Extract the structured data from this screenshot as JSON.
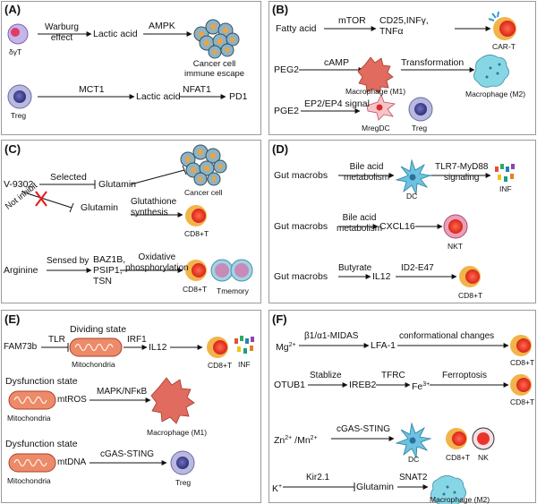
{
  "colors": {
    "cell_outer": "#f2b44a",
    "cell_inner": "#e8342b",
    "treg_outer": "#a9a9d8",
    "treg_inner": "#4a4a96",
    "macrophage_m1": "#e06b5e",
    "macrophage_m2": "#7fd3e3",
    "mitochondria": "#e8745b",
    "dc": "#5bb8d8",
    "cancer": "#7fa9b8"
  },
  "panels": {
    "A": {
      "label": "(A)",
      "gdt_cell": "δγT",
      "warburg": "Warburg\neffect",
      "lactic1": "Lactic acid",
      "ampk": "AMPK",
      "cancer_escape": "Cancer cell\nimmune escape",
      "mct1": "MCT1",
      "lactic2": "Lactic acid",
      "nfat1": "NFAT1",
      "pd1": "PD1",
      "treg": "Treg"
    },
    "B": {
      "label": "(B)",
      "fatty_acid": "Fatty acid",
      "mtor": "mTOR",
      "cytokines": "CD25,INFγ,\nTNFα",
      "cart": "CAR-T",
      "peg2": "PEG2",
      "camp": "cAMP",
      "macro_m1": "Macrophage (M1)",
      "transformation": "Transformation",
      "macro_m2": "Macrophage (M2)",
      "pge2": "PGE2",
      "ep_signal": "EP2/EP4 signal",
      "mregdc": "MregDC",
      "treg": "Treg"
    },
    "C": {
      "label": "(C)",
      "v9302": "V-9302",
      "selected": "Selected",
      "glutamin1": "Glutamin",
      "cancer_cell": "Cancer cell",
      "not_inhibit": "Not inhibit",
      "glutamin2": "Glutamin",
      "glutathione": "Glutathione\nsynthesis",
      "cd8_1": "CD8+T",
      "arginine": "Arginine",
      "sensed_by": "Sensed by",
      "proteins": "BAZ1B,\nPSIP1,\nTSN",
      "oxphos": "Oxidative\nphosphorylation",
      "cd8_2": "CD8+T",
      "tmemory": "Tmemory"
    },
    "D": {
      "label": "(D)",
      "gut1": "Gut macrobs",
      "bile1": "Bile acid\nmetabolism",
      "dc": "DC",
      "tlr7": "TLR7-MyD88\nsignaling",
      "inf": "INF",
      "gut2": "Gut macrobs",
      "bile2": "Bile acid\nmetabolism",
      "cxcl16": "CXCL16",
      "nkt": "NKT",
      "gut3": "Gut macrobs",
      "butyrate": "Butyrate",
      "il12": "IL12",
      "id2": "ID2-E47",
      "cd8": "CD8+T"
    },
    "E": {
      "label": "(E)",
      "dividing": "Dividing state",
      "fam73b": "FAM73b",
      "tlr": "TLR",
      "irf1": "IRF1",
      "il12": "IL12",
      "cd8": "CD8+T",
      "inf": "INF",
      "mito1": "Mitochondria",
      "dysfunction1": "Dysfunction state",
      "mtros": "mtROS",
      "mapk": "MAPK/NFκB",
      "macro_m1": "Macrophage (M1)",
      "mito2": "Mitochondria",
      "dysfunction2": "Dysfunction state",
      "mtdna": "mtDNA",
      "cgas": "cGAS-STING",
      "mito3": "Mitochondria",
      "treg": "Treg"
    },
    "F": {
      "label": "(F)",
      "mg": "Mg",
      "mg_sup": "2+",
      "midas": "β1/α1-MIDAS",
      "lfa1": "LFA-1",
      "conform": "conformational changes",
      "cd8_1": "CD8+T",
      "otub1": "OTUB1",
      "stablize": "Stablize",
      "ireb2": "IREB2",
      "tfrc": "TFRC",
      "fe": "Fe",
      "fe_sup": "3+",
      "ferroptosis": "Ferroptosis",
      "cd8_2": "CD8+T",
      "zn": "Zn",
      "zn_sup": "2+",
      "slash": " /Mn",
      "mn_sup": "2+",
      "cgas": "cGAS-STING",
      "dc": "DC",
      "cd8_3": "CD8+T",
      "nk": "NK",
      "k": "K",
      "k_sup": "+",
      "kir": "Kir2.1",
      "glutamin": "Glutamin",
      "snat2": "SNAT2",
      "macro_m2": "Macrophage (M2)"
    }
  }
}
